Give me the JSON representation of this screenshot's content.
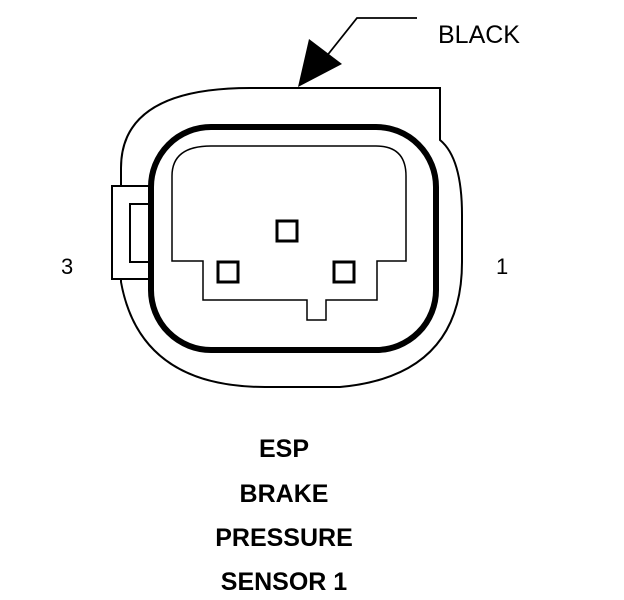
{
  "connector": {
    "color_callout": "BLACK",
    "pin_left": "3",
    "pin_right": "1"
  },
  "title": {
    "lines": [
      "ESP",
      "BRAKE",
      "PRESSURE",
      "SENSOR 1"
    ]
  },
  "colors": {
    "line": "#000000",
    "background": "#ffffff"
  }
}
